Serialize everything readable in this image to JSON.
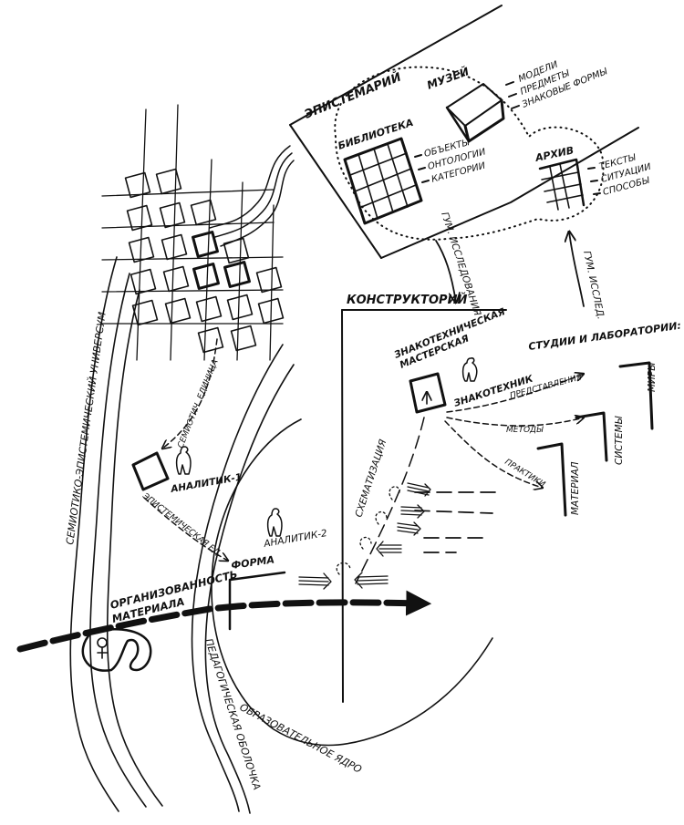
{
  "labels": {
    "epistemariy": "ЭПИСТЕМАРИЙ",
    "muzey": "МУЗЕЙ",
    "muzey_items": [
      "МОДЕЛИ",
      "ПРЕДМЕТЫ",
      "ЗНАКОВЫЕ ФОРМЫ"
    ],
    "biblioteka": "БИБЛИОТЕКА",
    "biblioteka_items": [
      "ОБЪЕКТЫ",
      "ОНТОЛОГИИ",
      "КАТЕГОРИИ"
    ],
    "arkhiv": "АРХИВ",
    "arkhiv_items": [
      "ТЕКСТЫ",
      "СИТУАЦИИ",
      "СПОСОБЫ"
    ],
    "gum_issledovaniya": "ГУМ. ИССЛЕДОВАНИЯ",
    "gum_issled": "ГУМ. ИССЛЕД.",
    "konstruktoriy": "КОНСТРУКТОРИЙ",
    "studii": "СТУДИИ И ЛАБОРАТОРИИ:",
    "znakotekh_1": "ЗНАКОТЕХНИЧЕСКАЯ",
    "znakotekh_2": "МАСТЕРСКАЯ",
    "znakotekhnik": "ЗНАКОТЕХНИК",
    "predstavleniya": "ПРЕДСТАВЛЕНИЯ",
    "metody": "МЕТОДЫ",
    "praktiki": "ПРАКТИКИ",
    "miry": "МИРЫ",
    "sistemy": "СИСТЕМЫ",
    "material": "МАТЕРИАЛ",
    "skhematizatsiya": "СХЕМАТИЗАЦИЯ",
    "semiot_edinitsa": "СЕМИОТИЧ. ЕДИНИЦА",
    "analitik_1": "АНАЛИТИК-1",
    "epist_ed": "ЭПИСТЕМИЧЕСКАЯ ЕД.",
    "analitik_2": "АНАЛИТИК-2",
    "forma": "ФОРМА",
    "organizovannost_1": "ОРГАНИЗОВАННОСТЬ",
    "organizovannost_2": "МАТЕРИАЛА",
    "universum": "СЕМИОТИКО-ЭПИСТЕМИЧЕСКИЙ УНИВЕРСУМ",
    "ped_obolochka": "ПЕДАГОГИЧЕСКАЯ ОБОЛОЧКА",
    "obraz_yadro": "ОБРАЗОВАТЕЛЬНОЕ ЯДРО"
  }
}
